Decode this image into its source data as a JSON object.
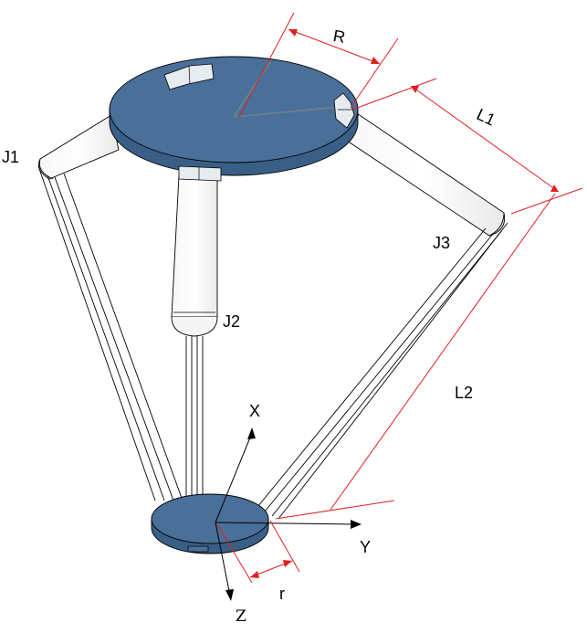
{
  "labels": {
    "R": "R",
    "L1": "L1",
    "J1": "J1",
    "J2": "J2",
    "J3": "J3",
    "L2": "L2",
    "X": "X",
    "Y": "Y",
    "Z": "Z",
    "r": "r"
  },
  "colors": {
    "platform_fill": "#4a6f98",
    "platform_edge": "#2d4f74",
    "platform_side": "#3a5f87",
    "dimension_red": "#e02020",
    "line_black": "#000000",
    "bracket_fill": "#e6ebef",
    "highlight_teal": "#2ab3b8"
  }
}
